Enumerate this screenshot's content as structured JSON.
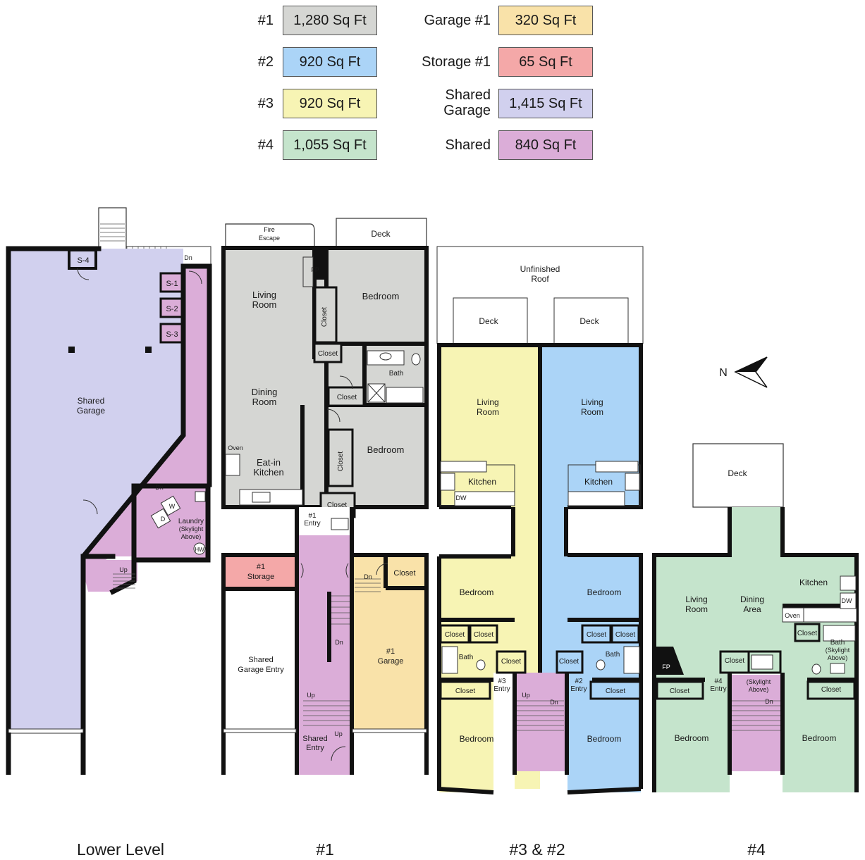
{
  "legend": {
    "left": [
      {
        "label": "#1",
        "value": "1,280 Sq Ft",
        "color": "#d5d6d3"
      },
      {
        "label": "#2",
        "value": "920 Sq Ft",
        "color": "#abd4f7"
      },
      {
        "label": "#3",
        "value": "920 Sq Ft",
        "color": "#f7f4b4"
      },
      {
        "label": "#4",
        "value": "1,055 Sq Ft",
        "color": "#c5e4cc"
      }
    ],
    "right": [
      {
        "label": "Garage #1",
        "value": "320 Sq Ft",
        "color": "#f9e2a9"
      },
      {
        "label": "Storage #1",
        "value": "65 Sq Ft",
        "color": "#f4a8a8"
      },
      {
        "label": "Shared Garage",
        "value": "1,415 Sq Ft",
        "color": "#d1d0ee"
      },
      {
        "label": "Shared",
        "value": "840 Sq Ft",
        "color": "#dbadd8"
      }
    ]
  },
  "rooms": {
    "s4": "S-4",
    "s1": "S-1",
    "s2": "S-2",
    "s3": "S-3",
    "dn": "Dn",
    "up": "Up",
    "shared_garage_1": "Shared",
    "shared_garage_2": "Garage",
    "laundry_1": "Laundry",
    "laundry_2": "(Skylight",
    "laundry_3": "Above)",
    "w": "W",
    "d": "D",
    "hw": "HW",
    "fire_escape_1": "Fire",
    "fire_escape_2": "Escape",
    "deck": "Deck",
    "fp": "FP",
    "living_1": "Living",
    "living_2": "Room",
    "bedroom": "Bedroom",
    "closet": "Closet",
    "bath": "Bath",
    "dining_1": "Dining",
    "dining_2": "Room",
    "oven": "Oven",
    "eatin_1": "Eat-in",
    "eatin_2": "Kitchen",
    "entry1_1": "#1",
    "entry1_2": "Entry",
    "storage1_1": "#1",
    "storage1_2": "Storage",
    "garage1_1": "#1",
    "garage1_2": "Garage",
    "sge_1": "Shared",
    "sge_2": "Garage Entry",
    "shared_entry_1": "Shared",
    "shared_entry_2": "Entry",
    "unfinished_1": "Unfinished",
    "unfinished_2": "Roof",
    "kitchen": "Kitchen",
    "dw": "DW",
    "entry3_1": "#3",
    "entry3_2": "Entry",
    "entry2_1": "#2",
    "entry2_2": "Entry",
    "entry4_1": "#4",
    "entry4_2": "Entry",
    "dining_area_1": "Dining",
    "dining_area_2": "Area",
    "skylight_1": "(Skylight",
    "skylight_2": "Above)",
    "bath4_1": "Bath",
    "bath4_2": "(Skylight",
    "bath4_3": "Above)",
    "north": "N"
  },
  "level_titles": {
    "lower": "Lower Level",
    "unit1": "#1",
    "unit32": "#3 & #2",
    "unit4": "#4"
  }
}
